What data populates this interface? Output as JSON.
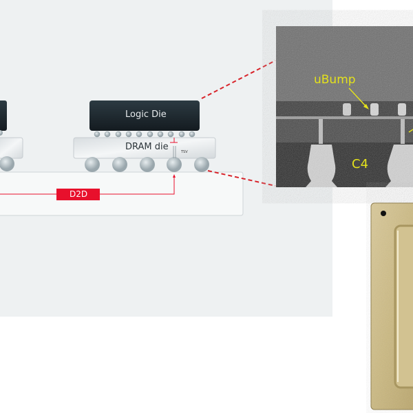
{
  "diagram": {
    "logic_die_label": "Logic Die",
    "dram_die_label": "DRAM die",
    "tsv_label": "TSV",
    "d2d_label": "D2D",
    "accent_color": "#e8102c"
  },
  "sem_image": {
    "ubump_label": "uBump",
    "c4_label": "C4",
    "label_color": "#e4e21c"
  }
}
